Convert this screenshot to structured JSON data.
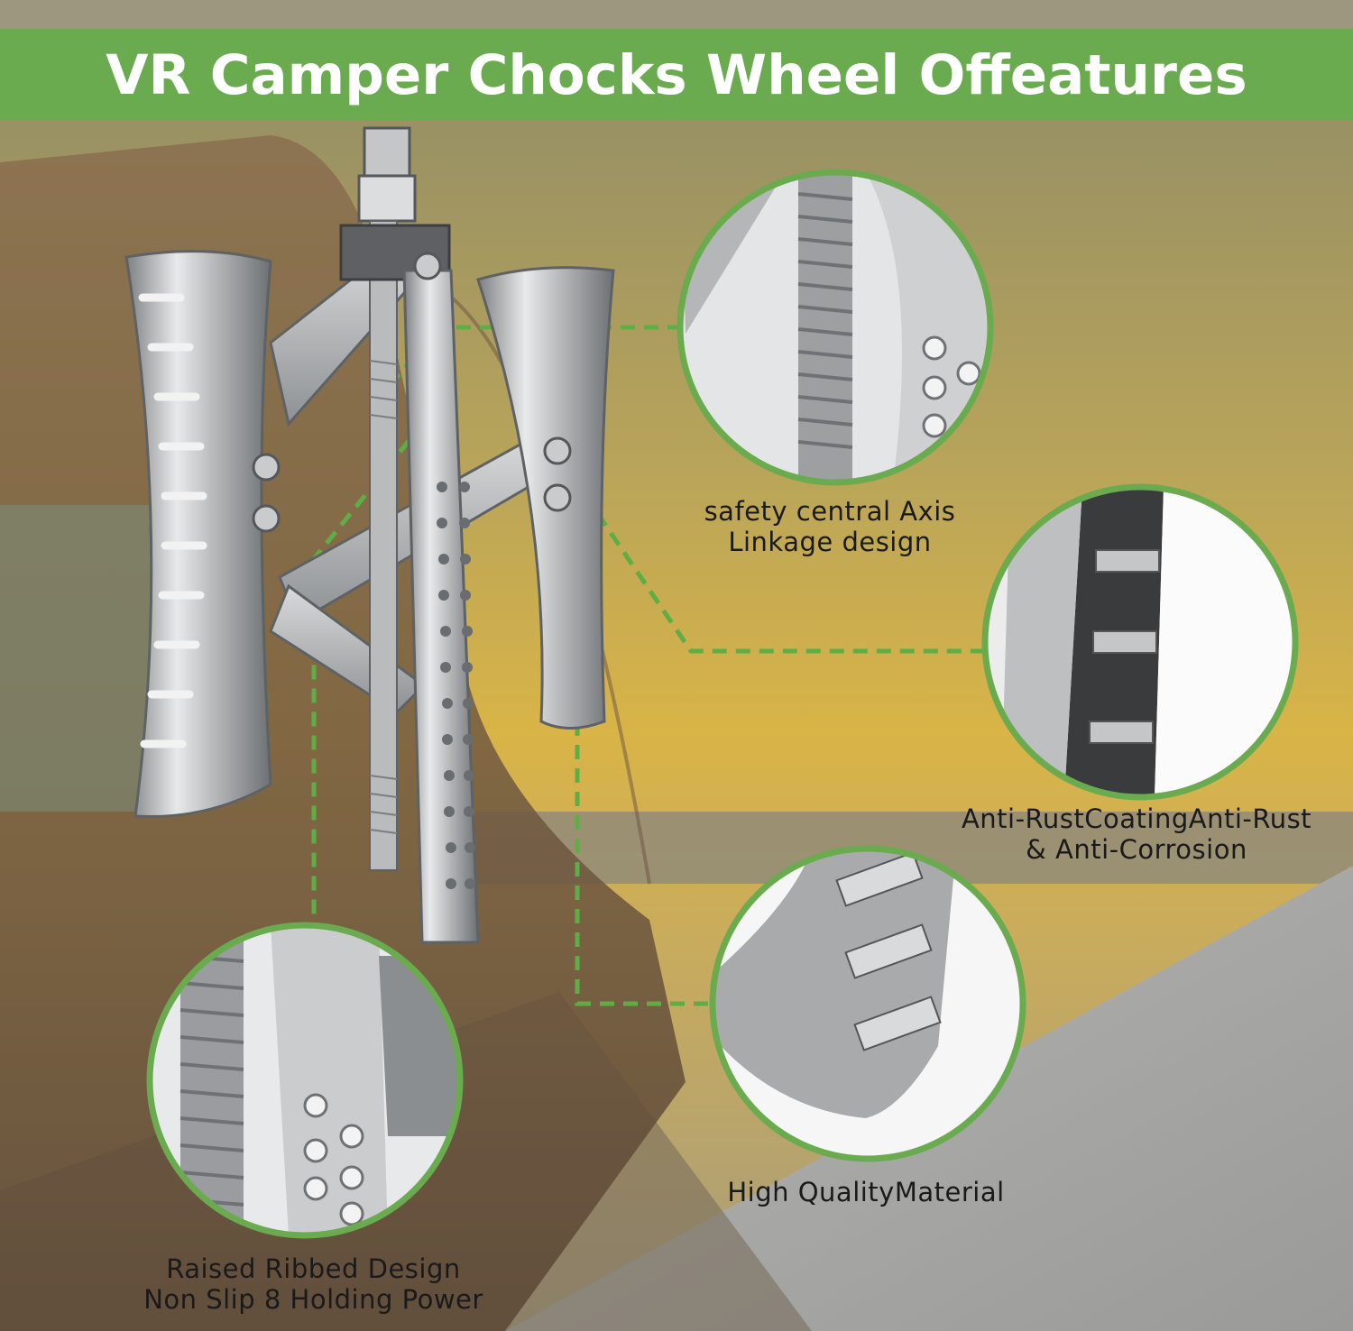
{
  "header": {
    "title": "VR Camper Chocks Wheel Offeatures"
  },
  "features": [
    {
      "name": "axis",
      "lines": [
        "safety central Axis",
        " Linkage design"
      ]
    },
    {
      "name": "coating",
      "lines": [
        "Anti-RustCoatingAnti-Rust",
        "& Anti-Corrosion"
      ]
    },
    {
      "name": "material",
      "lines": [
        "High QualityMaterial"
      ]
    },
    {
      "name": "ribbed",
      "lines": [
        "Raised Ribbed Design",
        "Non Slip 8 Holding Power"
      ]
    }
  ],
  "colors": {
    "accent": "#6aab4f",
    "dash": "#5fae45",
    "metal": "#c9cbcd",
    "sky": "#d6b24a"
  },
  "icons": [
    "chock-product-illustration",
    "zoom-detail-circle"
  ]
}
